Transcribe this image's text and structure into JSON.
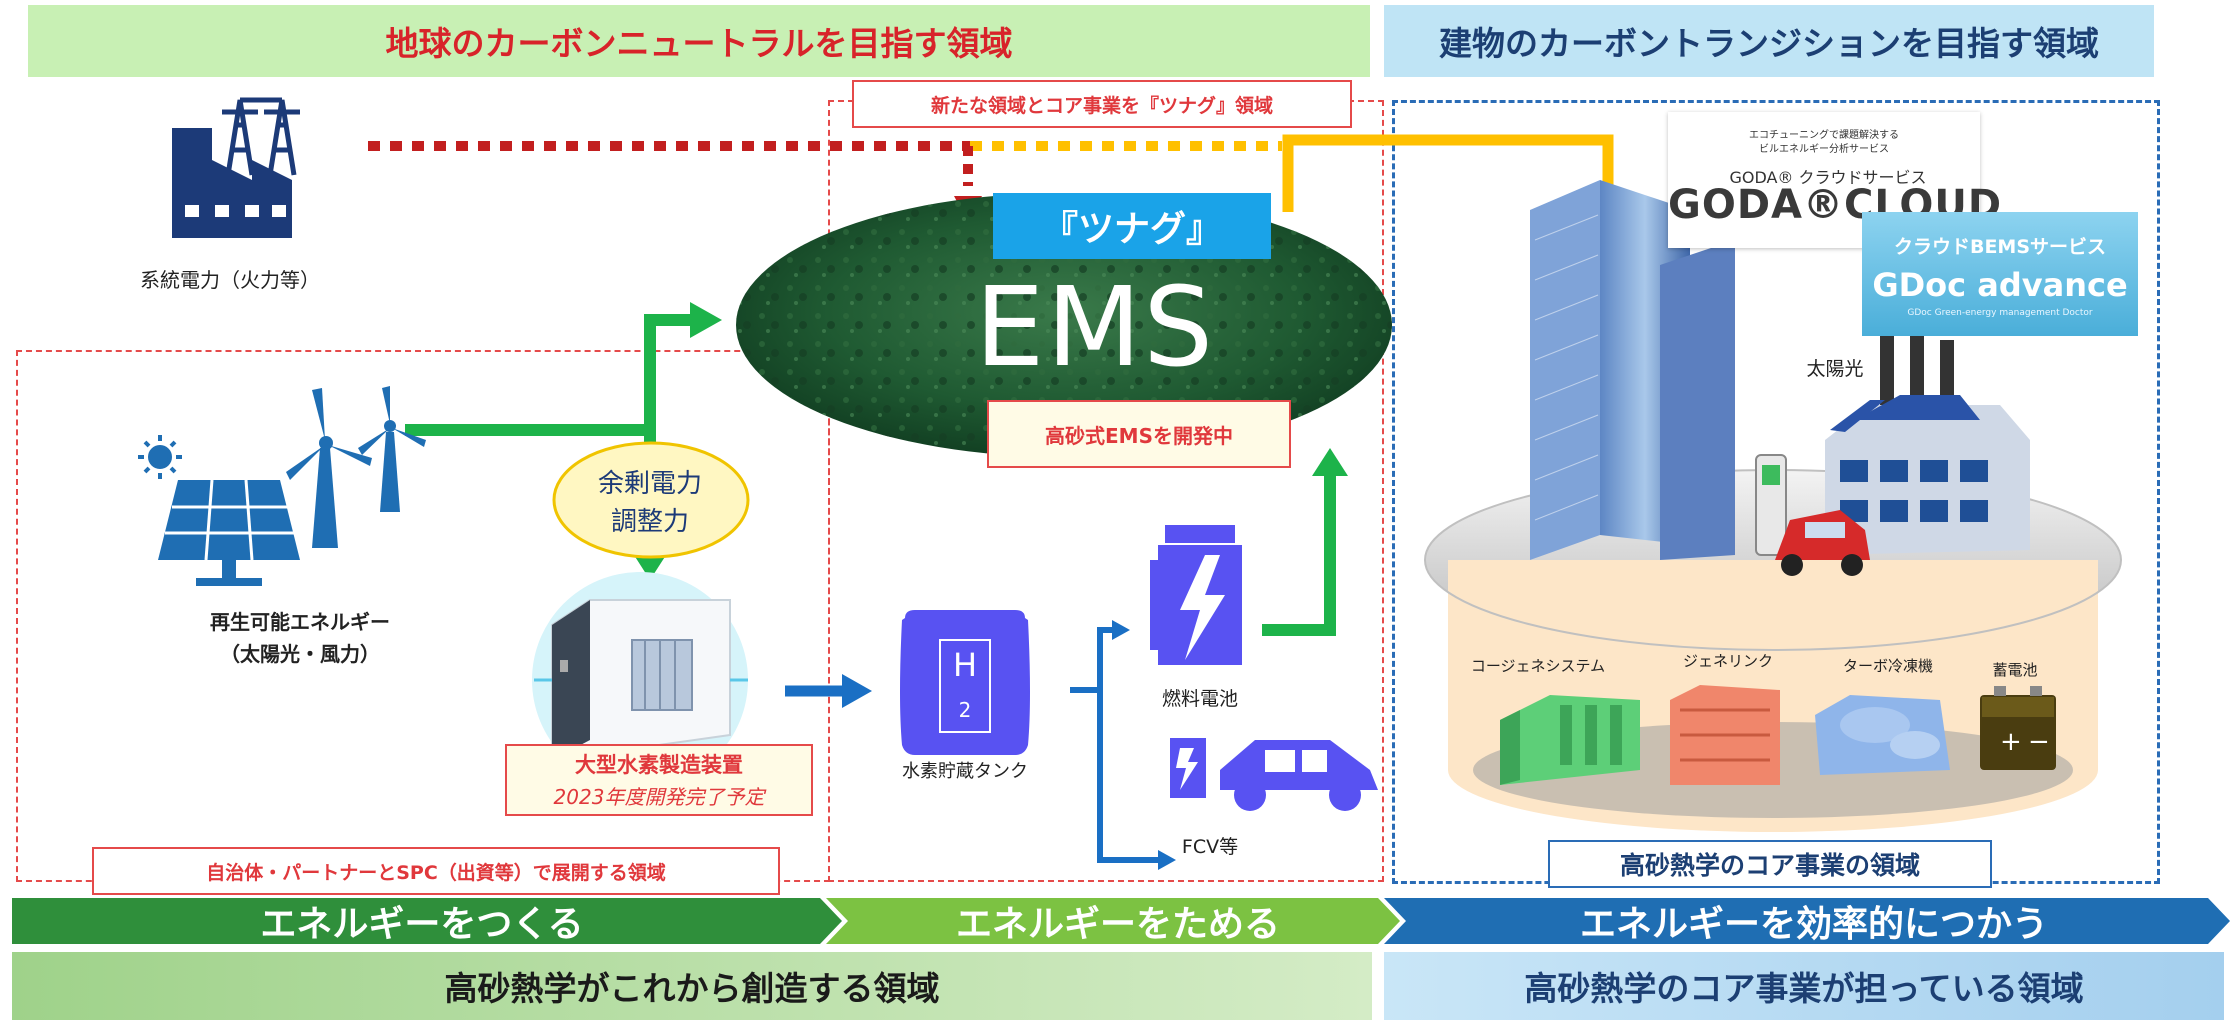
{
  "header": {
    "left_title": "地球のカーボンニュートラルを目指す領域",
    "right_title": "建物のカーボントランジションを目指す領域"
  },
  "labels": {
    "new_domain": "新たな領域とコア事業を『ツナグ』領域",
    "grid_power": "系統電力（火力等）",
    "tsunagu": "『ツナグ』",
    "ems": "EMS",
    "ems_dev": "高砂式EMSを開発中",
    "renewable_1": "再生可能エネルギー",
    "renewable_2": "（太陽光・風力）",
    "surplus_1": "余剰電力",
    "surplus_2": "調整力",
    "electrolyzer_1": "大型水素製造装置",
    "electrolyzer_2": "2023年度開発完了予定",
    "h2_tank": "水素貯蔵タンク",
    "h2_symbol": "H",
    "h2_sub": "2",
    "fuel_cell": "燃料電池",
    "fcv": "FCV等",
    "spc_domain": "自治体・パートナーとSPC（出資等）で展開する領域",
    "core_domain": "高砂熱学のコア事業の領域",
    "solar": "太陽光",
    "cogen": "コージェネシステム",
    "genelink": "ジェネリンク",
    "turbo": "ターボ冷凍機",
    "battery": "蓄電池"
  },
  "cloud": {
    "goda_tagline_1": "エコチューニングで課題解決する",
    "goda_tagline_2": "ビルエネルギー分析サービス",
    "goda_sub": "GODA® クラウドサービス",
    "goda_logo": "GODA®CLOUD",
    "gdoc_sub": "クラウドBEMSサービス",
    "gdoc_logo": "GDoc advance",
    "gdoc_small": "GDoc Green-energy management Doctor"
  },
  "stages": {
    "create": "エネルギーをつくる",
    "store": "エネルギーをためる",
    "use": "エネルギーを効率的につかう"
  },
  "footer": {
    "left": "高砂熱学がこれから創造する領域",
    "right": "高砂熱学のコア事業が担っている領域"
  },
  "colors": {
    "red": "#d8232a",
    "green_arrow": "#1db34a",
    "blue_arrow": "#1a6fc4",
    "yellow": "#ffc000",
    "navy": "#1c3a78",
    "stage_dark_green": "#2f8f3b",
    "stage_light_green": "#7cc242",
    "stage_blue": "#1f6eb3"
  }
}
